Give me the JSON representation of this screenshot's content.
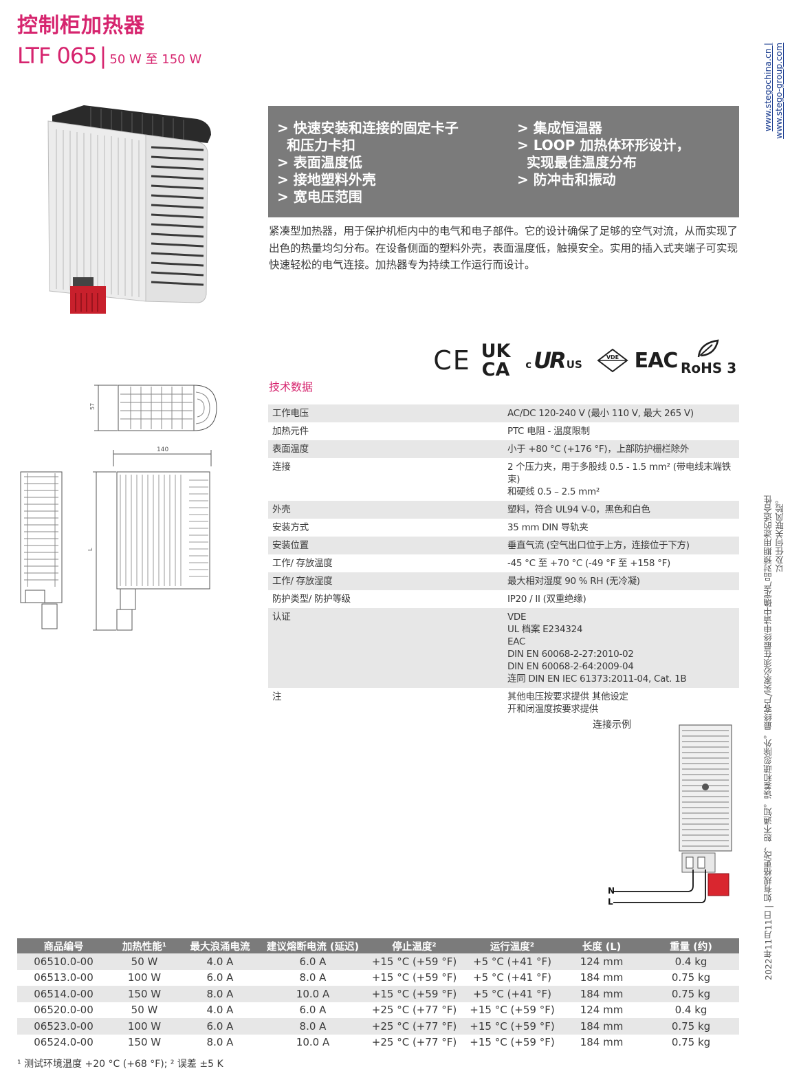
{
  "header": {
    "title": "控制柜加热器",
    "model": "LTF 065",
    "separator": "|",
    "power_range": "50 W 至 150 W"
  },
  "side": {
    "url_1": "www.stegochina.cn |",
    "url_2": "www.stego-group.com",
    "disclaimer_1": "2022年11月11日 | 如有规格更改，恕不通知。误差和疏忽除外。最终客户/买家必须在最终申请中确定产品对预期用途的适合性",
    "disclaimer_2": "以及任何关联风险。"
  },
  "features": {
    "left": [
      "> 快速安装和连接的固定卡子",
      "和压力卡扣",
      "> 表面温度低",
      "> 接地塑料外壳",
      "> 宽电压范围"
    ],
    "right": [
      "> 集成恒温器",
      "> LOOP 加热体环形设计，",
      "实现最佳温度分布",
      "> 防冲击和振动"
    ]
  },
  "intro": "紧凑型加热器，用于保护机柜内中的电气和电子部件。它的设计确保了足够的空气对流，从而实现了出色的热量均匀分布。在设备侧面的塑料外壳，表面温度低，触摸安全。实用的插入式夹端子可实现快速轻松的电气连接。加热器专为持续工作运行而设计。",
  "certifications": {
    "ce": "CE",
    "ukca_1": "UK",
    "ukca_2": "CA",
    "ul_c": "c",
    "ul_mark": "UR",
    "ul_us": "US",
    "vde": "VDE",
    "eac": "EAC",
    "rohs": "RoHS 3"
  },
  "tech": {
    "heading": "技术数据",
    "rows": [
      {
        "label": "工作电压",
        "value": "AC/DC 120-240 V (最小 110 V, 最大 265 V)"
      },
      {
        "label": "加热元件",
        "value": "PTC 电阻 - 温度限制"
      },
      {
        "label": "表面温度",
        "value": "小于 +80 °C (+176 °F)，上部防护栅栏除外"
      },
      {
        "label": "连接",
        "value": "2 个压力夹，用于多股线 0.5 - 1.5 mm² (带电线末端铁束)",
        "value2": "和硬线 0.5 – 2.5 mm²"
      },
      {
        "label": "外壳",
        "value": "塑料，符合 UL94 V-0，黑色和白色"
      },
      {
        "label": "安装方式",
        "value": "35 mm DIN 导轨夹"
      },
      {
        "label": "安装位置",
        "value": "垂直气流 (空气出口位于上方，连接位于下方)"
      },
      {
        "label": "工作/ 存放温度",
        "value": "-45 °C 至 +70 °C (-49 °F 至 +158 °F)"
      },
      {
        "label": "工作/ 存放湿度",
        "value": "最大相对湿度 90 % RH (无冷凝)"
      },
      {
        "label": "防护类型/ 防护等级",
        "value": "IP20 / II (双重绝缘)"
      },
      {
        "label": "认证",
        "lines": [
          "VDE",
          "UL 档案 E234324",
          "EAC",
          "DIN EN 60068-2-27:2010-02",
          "DIN EN 60068-2-64:2009-04",
          "连同 DIN EN IEC 61373:2011-04, Cat. 1B"
        ]
      },
      {
        "label": "注",
        "lines": [
          "其他电压按要求提供 其他设定",
          "开和闭温度按要求提供"
        ]
      }
    ]
  },
  "drawing": {
    "dim_57": "57",
    "dim_140": "140",
    "dim_L": "L"
  },
  "connection": {
    "label": "连接示例",
    "n": "N",
    "l": "L"
  },
  "order": {
    "headers": [
      "商品编号",
      "加热性能¹",
      "最大浪涌电流",
      "建议熔断电流 (延迟)",
      "停止温度²",
      "运行温度²",
      "长度 (L)",
      "重量 (约)"
    ],
    "rows": [
      [
        "06510.0-00",
        "50 W",
        "4.0 A",
        "6.0 A",
        "+15 °C (+59 °F)",
        "+5 °C (+41 °F)",
        "124 mm",
        "0.4 kg"
      ],
      [
        "06513.0-00",
        "100 W",
        "6.0 A",
        "8.0 A",
        "+15 °C (+59 °F)",
        "+5 °C (+41 °F)",
        "184 mm",
        "0.75 kg"
      ],
      [
        "06514.0-00",
        "150 W",
        "8.0 A",
        "10.0 A",
        "+15 °C (+59 °F)",
        "+5 °C (+41 °F)",
        "184 mm",
        "0.75 kg"
      ],
      [
        "06520.0-00",
        "50 W",
        "4.0 A",
        "6.0 A",
        "+25 °C (+77 °F)",
        "+15 °C (+59 °F)",
        "124 mm",
        "0.4 kg"
      ],
      [
        "06523.0-00",
        "100 W",
        "6.0 A",
        "8.0 A",
        "+25 °C (+77 °F)",
        "+15 °C (+59 °F)",
        "184 mm",
        "0.75 kg"
      ],
      [
        "06524.0-00",
        "150 W",
        "8.0 A",
        "10.0 A",
        "+25 °C (+77 °F)",
        "+15 °C (+59 °F)",
        "184 mm",
        "0.75 kg"
      ]
    ]
  },
  "footnote": "¹ 测试环境温度 +20 °C (+68 °F); ² 误差 ±5 K"
}
